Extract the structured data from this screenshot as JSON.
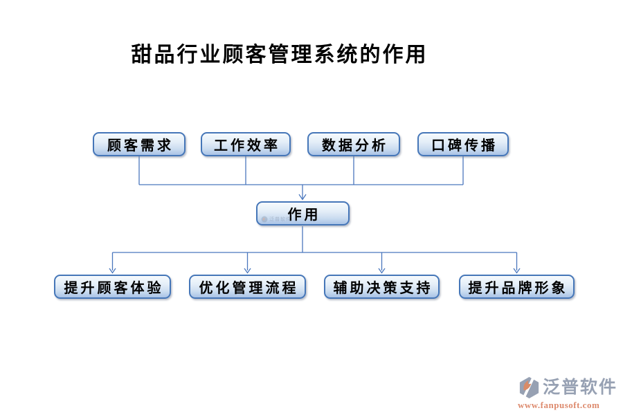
{
  "title": "甜品行业顾客管理系统的作用",
  "diagram": {
    "top_nodes": [
      {
        "label": "顾客需求"
      },
      {
        "label": "工作效率"
      },
      {
        "label": "数据分析"
      },
      {
        "label": "口碑传播"
      }
    ],
    "center_node": {
      "label": "作用"
    },
    "bottom_nodes": [
      {
        "label": "提升顾客体验"
      },
      {
        "label": "优化管理流程"
      },
      {
        "label": "辅助决策支持"
      },
      {
        "label": "提升品牌形象"
      }
    ],
    "watermark": {
      "brand": "泛普软件"
    }
  },
  "colors": {
    "node_border": "#4576b8",
    "node_fill_top": "#f6fafd",
    "node_fill_bottom": "#a9c3e6",
    "connector": "#4a77bd",
    "title": "#000000",
    "logo_gray": "#97a1b3",
    "logo_orange": "#dd8a6d"
  },
  "footer_logo": {
    "brand": "泛普软件",
    "url": "www.fanpusoft.com"
  }
}
